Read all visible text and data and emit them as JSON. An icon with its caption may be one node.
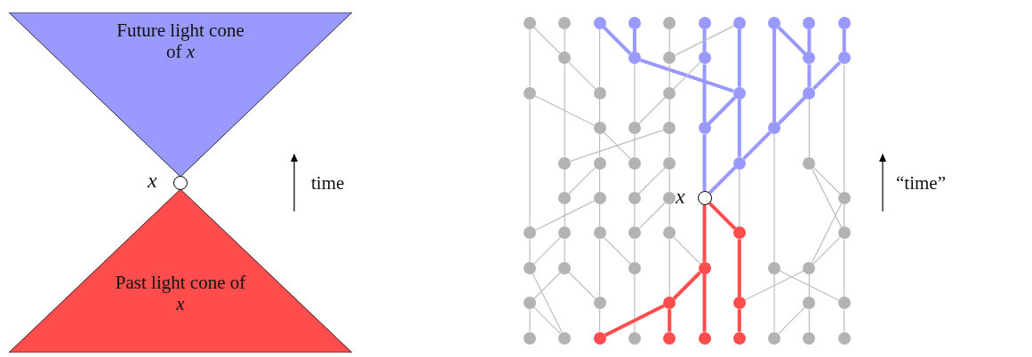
{
  "diagram": {
    "nodes": [
      {
        "text": [
          "Future light cone of *x*"
        ]
      },
      {
        "text": [],
        "shape": "circle"
      },
      {
        "text": [
          "Past light cone of *x*"
        ]
      },
      {
        "text": [],
        "shape": "circle"
      },
      {
        "text": [],
        "shape": "circle"
      },
      {
        "text": [],
        "shape": "circle"
      },
      {
        "text": [],
        "shape": "circle"
      },
      {
        "text": [],
        "shape": "circle"
      },
      {
        "text": [],
        "shape": "circle"
      },
      {
        "text": [],
        "shape": "circle"
      },
      {
        "text": [],
        "shape": "circle"
      },
      {
        "text": [],
        "shape": "circle"
      },
      {
        "text": [],
        "shape": "circle"
      },
      {
        "text": [],
        "shape": "circle"
      },
      {
        "text": [],
        "shape": "circle"
      },
      {
        "text": [],
        "shape": "circle"
      },
      {
        "text": [],
        "shape": "circle"
      },
      {
        "text": [],
        "shape": "circle"
      },
      {
        "text": [],
        "shape": "circle"
      },
      {
        "text": [],
        "shape": "circle"
      },
      {
        "text": [],
        "shape": "circle"
      },
      {
        "text": [],
        "shape": "circle"
      },
      {
        "text": [],
        "shape": "circle"
      },
      {
        "text": [],
        "shape": "circle"
      },
      {
        "text": [],
        "shape": "circle"
      },
      {
        "text": [],
        "shape": "circle"
      },
      {
        "text": [],
        "shape": "circle"
      },
      {
        "text": [],
        "shape": "circle"
      },
      {
        "text": [],
        "shape": "circle"
      },
      {
        "text": [],
        "shape": "circle"
      },
      {
        "text": [],
        "shape": "circle"
      },
      {
        "text": [],
        "shape": "circle"
      },
      {
        "text": [],
        "shape": "circle"
      },
      {
        "text": [],
        "shape": "circle"
      },
      {
        "text": [],
        "shape": "circle"
      },
      {
        "text": [],
        "shape": "circle"
      },
      {
        "text": [],
        "shape": "circle"
      },
      {
        "text": [],
        "shape": "circle"
      },
      {
        "text": [],
        "shape": "circle"
      },
      {
        "text": [],
        "shape": "circle",
        "beside": [
          "x"
        ]
      },
      {
        "text": [],
        "shape": "circle"
      },
      {
        "text": [],
        "shape": "circle"
      },
      {
        "text": [],
        "shape": "circle"
      },
      {
        "text": [],
        "shape": "circle"
      },
      {
        "text": [],
        "shape": "circle"
      },
      {
        "text": [],
        "shape": "circle"
      },
      {
        "text": [],
        "shape": "circle"
      },
      {
        "text": [],
        "shape": "circle"
      },
      {
        "text": [],
        "shape": "circle"
      },
      {
        "text": [],
        "shape": "circle"
      },
      {
        "text": [],
        "shape": "circle"
      },
      {
        "text": [],
        "shape": "circle"
      },
      {
        "text": [],
        "shape": "circle"
      },
      {
        "text": [],
        "shape": "circle"
      },
      {
        "text": [],
        "shape": "circle"
      },
      {
        "text": [],
        "shape": "circle"
      },
      {
        "text": [],
        "shape": "circle"
      },
      {
        "text": [],
        "shape": "circle"
      },
      {
        "text": [],
        "shape": "circle"
      },
      {
        "text": [],
        "shape": "circle"
      },
      {
        "text": [],
        "shape": "circle"
      },
      {
        "text": [],
        "shape": "circle"
      },
      {
        "text": [],
        "shape": "circle"
      },
      {
        "text": [],
        "shape": "circle"
      },
      {
        "text": [],
        "shape": "circle"
      },
      {
        "text": [],
        "shape": "circle"
      },
      {
        "text": [],
        "shape": "circle"
      },
      {
        "text": [],
        "shape": "circle"
      },
      {
        "text": [],
        "shape": "circle"
      },
      {
        "text": [],
        "shape": "circle"
      }
    ],
    "edges": [
      {
        "from": 3,
        "to": 19,
        "arrow": "none"
      },
      {
        "from": 3,
        "to": 13,
        "arrow": "none"
      },
      {
        "from": 4,
        "to": 13,
        "arrow": "none"
      },
      {
        "from": 5,
        "to": 20,
        "arrow": "none"
      },
      {
        "from": 5,
        "to": 14,
        "arrow": "none",
        "style": "thick",
        "color": "#9999ff"
      },
      {
        "from": 6,
        "to": 14,
        "arrow": "none",
        "style": "thick",
        "color": "#9999ff"
      },
      {
        "from": 7,
        "to": 15,
        "arrow": "none"
      },
      {
        "from": 8,
        "to": 16,
        "arrow": "none",
        "style": "thick",
        "color": "#9999ff"
      },
      {
        "from": 9,
        "to": 15,
        "arrow": "none"
      },
      {
        "from": 9,
        "to": 22,
        "arrow": "none",
        "style": "thick",
        "color": "#9999ff"
      },
      {
        "from": 10,
        "to": 17,
        "arrow": "none",
        "style": "thick",
        "color": "#9999ff"
      },
      {
        "from": 10,
        "to": 28,
        "arrow": "none",
        "style": "thick",
        "color": "#9999ff"
      },
      {
        "from": 11,
        "to": 17,
        "arrow": "none",
        "style": "thick",
        "color": "#9999ff"
      },
      {
        "from": 12,
        "to": 18,
        "arrow": "none",
        "style": "thick",
        "color": "#9999ff"
      },
      {
        "from": 13,
        "to": 20,
        "arrow": "none"
      },
      {
        "from": 13,
        "to": 29,
        "arrow": "none"
      },
      {
        "from": 14,
        "to": 22,
        "arrow": "none",
        "style": "thick",
        "color": "#9999ff"
      },
      {
        "from": 14,
        "to": 25,
        "arrow": "none"
      },
      {
        "from": 15,
        "to": 21,
        "arrow": "none"
      },
      {
        "from": 16,
        "to": 21,
        "arrow": "none"
      },
      {
        "from": 16,
        "to": 27,
        "arrow": "none",
        "style": "thick",
        "color": "#9999ff"
      },
      {
        "from": 17,
        "to": 23,
        "arrow": "none",
        "style": "thick",
        "color": "#9999ff"
      },
      {
        "from": 18,
        "to": 23,
        "arrow": "none",
        "style": "thick",
        "color": "#9999ff"
      },
      {
        "from": 18,
        "to": 40,
        "arrow": "none"
      },
      {
        "from": 19,
        "to": 24,
        "arrow": "none"
      },
      {
        "from": 19,
        "to": 41,
        "arrow": "none"
      },
      {
        "from": 20,
        "to": 24,
        "arrow": "none"
      },
      {
        "from": 21,
        "to": 25,
        "arrow": "none"
      },
      {
        "from": 21,
        "to": 26,
        "arrow": "none"
      },
      {
        "from": 22,
        "to": 27,
        "arrow": "none",
        "style": "thick",
        "color": "#9999ff"
      },
      {
        "from": 22,
        "to": 33,
        "arrow": "none",
        "style": "thick",
        "color": "#9999ff"
      },
      {
        "from": 23,
        "to": 28,
        "arrow": "none",
        "style": "thick",
        "color": "#9999ff"
      },
      {
        "from": 23,
        "to": 34,
        "arrow": "none"
      },
      {
        "from": 24,
        "to": 30,
        "arrow": "none"
      },
      {
        "from": 24,
        "to": 31,
        "arrow": "none"
      },
      {
        "from": 25,
        "to": 31,
        "arrow": "none"
      },
      {
        "from": 26,
        "to": 29,
        "arrow": "none"
      },
      {
        "from": 26,
        "to": 32,
        "arrow": "none"
      },
      {
        "from": 27,
        "to": 39,
        "arrow": "none",
        "style": "thick",
        "color": "#9999ff"
      },
      {
        "from": 28,
        "to": 33,
        "arrow": "none",
        "style": "thick",
        "color": "#9999ff"
      },
      {
        "from": 28,
        "to": 52,
        "arrow": "none"
      },
      {
        "from": 29,
        "to": 35,
        "arrow": "none"
      },
      {
        "from": 30,
        "to": 35,
        "arrow": "none"
      },
      {
        "from": 30,
        "to": 36,
        "arrow": "none"
      },
      {
        "from": 31,
        "to": 37,
        "arrow": "none"
      },
      {
        "from": 32,
        "to": 37,
        "arrow": "none"
      },
      {
        "from": 32,
        "to": 38,
        "arrow": "none"
      },
      {
        "from": 33,
        "to": 39,
        "arrow": "none",
        "style": "thick",
        "color": "#9999ff"
      },
      {
        "from": 33,
        "to": 46,
        "arrow": "none"
      },
      {
        "from": 34,
        "to": 40,
        "arrow": "none"
      },
      {
        "from": 34,
        "to": 47,
        "arrow": "none"
      },
      {
        "from": 35,
        "to": 42,
        "arrow": "none"
      },
      {
        "from": 36,
        "to": 41,
        "arrow": "none"
      },
      {
        "from": 36,
        "to": 43,
        "arrow": "none"
      },
      {
        "from": 37,
        "to": 44,
        "arrow": "none"
      },
      {
        "from": 38,
        "to": 44,
        "arrow": "none"
      },
      {
        "from": 38,
        "to": 45,
        "arrow": "none"
      },
      {
        "from": 39,
        "to": 46,
        "arrow": "none",
        "style": "thick",
        "color": "#ff4d4d"
      },
      {
        "from": 39,
        "to": 51,
        "arrow": "none",
        "style": "thick",
        "color": "#ff4d4d"
      },
      {
        "from": 40,
        "to": 47,
        "arrow": "none"
      },
      {
        "from": 40,
        "to": 53,
        "arrow": "none"
      },
      {
        "from": 41,
        "to": 48,
        "arrow": "none"
      },
      {
        "from": 42,
        "to": 48,
        "arrow": "none"
      },
      {
        "from": 42,
        "to": 49,
        "arrow": "none"
      },
      {
        "from": 43,
        "to": 50,
        "arrow": "none"
      },
      {
        "from": 43,
        "to": 55,
        "arrow": "none"
      },
      {
        "from": 44,
        "to": 50,
        "arrow": "none"
      },
      {
        "from": 45,
        "to": 51,
        "arrow": "none"
      },
      {
        "from": 45,
        "to": 56,
        "arrow": "none"
      },
      {
        "from": 46,
        "to": 57,
        "arrow": "none",
        "style": "thick",
        "color": "#ff4d4d"
      },
      {
        "from": 47,
        "to": 53,
        "arrow": "none"
      },
      {
        "from": 47,
        "to": 59,
        "arrow": "none"
      },
      {
        "from": 48,
        "to": 61,
        "arrow": "none"
      },
      {
        "from": 49,
        "to": 54,
        "arrow": "none"
      },
      {
        "from": 49,
        "to": 55,
        "arrow": "none"
      },
      {
        "from": 50,
        "to": 63,
        "arrow": "none"
      },
      {
        "from": 51,
        "to": 56,
        "arrow": "none",
        "style": "thick",
        "color": "#ff4d4d"
      },
      {
        "from": 51,
        "to": 65,
        "arrow": "none",
        "style": "thick",
        "color": "#ff4d4d"
      },
      {
        "from": 52,
        "to": 59,
        "arrow": "none"
      },
      {
        "from": 52,
        "to": 67,
        "arrow": "none"
      },
      {
        "from": 53,
        "to": 58,
        "arrow": "none"
      },
      {
        "from": 57,
        "to": 53,
        "arrow": "none"
      },
      {
        "from": 54,
        "to": 60,
        "arrow": "none"
      },
      {
        "from": 54,
        "to": 61,
        "arrow": "none"
      },
      {
        "from": 55,
        "to": 62,
        "arrow": "none"
      },
      {
        "from": 56,
        "to": 62,
        "arrow": "none",
        "style": "thick",
        "color": "#ff4d4d"
      },
      {
        "from": 56,
        "to": 64,
        "arrow": "none",
        "style": "thick",
        "color": "#ff4d4d"
      },
      {
        "from": 57,
        "to": 66,
        "arrow": "none",
        "style": "thick",
        "color": "#ff4d4d"
      },
      {
        "from": 58,
        "to": 67,
        "arrow": "none"
      },
      {
        "from": 58,
        "to": 68,
        "arrow": "none"
      },
      {
        "from": 59,
        "to": 69,
        "arrow": "none"
      }
    ],
    "labels": [
      "x",
      "time",
      "“time”"
    ]
  }
}
